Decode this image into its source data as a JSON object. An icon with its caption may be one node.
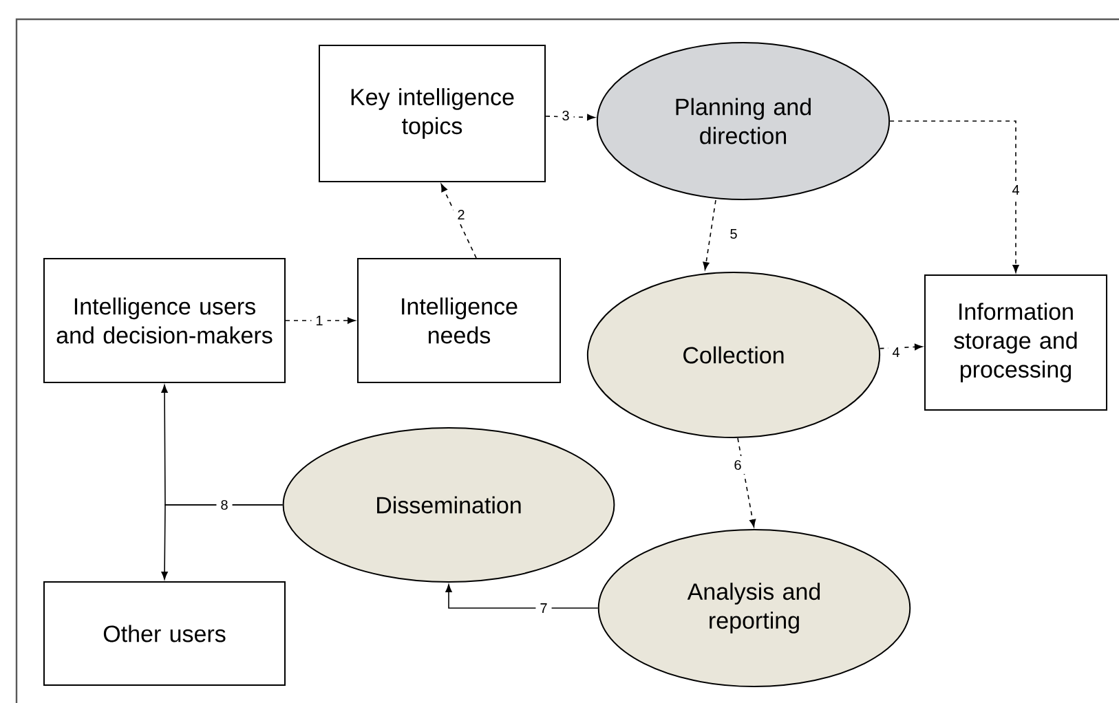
{
  "diagram": {
    "nodes": [
      {
        "text": [
          "Intelligence users and decision-makers"
        ]
      },
      {
        "text": [
          "Intelligence needs"
        ]
      },
      {
        "text": [
          "Key intelligence topics"
        ]
      },
      {
        "text": [
          "Planning and direction"
        ]
      },
      {
        "text": [
          "Information storage and processing"
        ]
      },
      {
        "text": [
          "Collection"
        ]
      },
      {
        "text": [
          "Dissemination"
        ]
      },
      {
        "text": [
          "Analysis and reporting"
        ]
      },
      {
        "text": [
          "Other users"
        ]
      }
    ],
    "edges": [
      {
        "from": 0,
        "to": 1,
        "arrow": "to",
        "label": "1",
        "style": "dashed"
      },
      {
        "from": 1,
        "to": 2,
        "arrow": "to",
        "label": "2",
        "style": "dashed"
      },
      {
        "from": 2,
        "to": 3,
        "arrow": "to",
        "label": "3",
        "style": "dashed"
      },
      {
        "from": 3,
        "to": 4,
        "arrow": "to",
        "label": "4",
        "style": "dashed"
      },
      {
        "from": 3,
        "to": 5,
        "arrow": "to",
        "label": "5",
        "style": "dashed"
      },
      {
        "from": 5,
        "to": 4,
        "arrow": "to",
        "label": "4",
        "style": "dashed"
      },
      {
        "from": 5,
        "to": 7,
        "arrow": "to",
        "label": "6",
        "style": "dashed"
      },
      {
        "from": 7,
        "to": 6,
        "arrow": "to",
        "label": "7"
      },
      {
        "from": 6,
        "to": 0,
        "arrow": "to",
        "label": "8"
      },
      {
        "from": 6,
        "to": 8,
        "arrow": "to"
      }
    ]
  }
}
